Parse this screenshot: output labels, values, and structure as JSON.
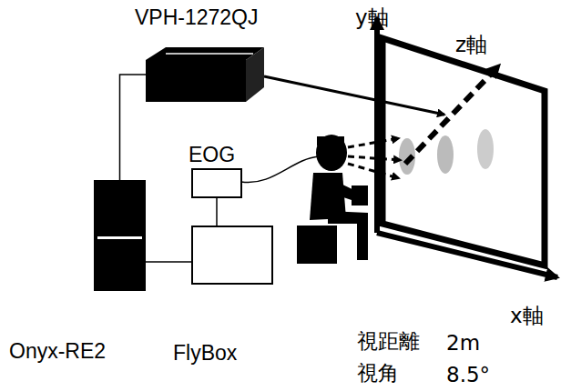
{
  "diagram": {
    "nodes": [
      {
        "text": [
          "VPH-1272QJ"
        ]
      },
      {
        "text": [
          "EOG"
        ]
      },
      {
        "text": [
          "Onyx-RE2"
        ]
      },
      {
        "text": [
          "FlyBox"
        ]
      }
    ],
    "edges": [
      {
        "from": 0,
        "to": 2,
        "arrow": "none"
      },
      {
        "from": 1,
        "to": 3,
        "arrow": "none"
      },
      {
        "from": 2,
        "to": 3,
        "arrow": "none"
      }
    ],
    "labels": [
      "y軸",
      "z軸",
      "x軸",
      "視距離",
      "2m",
      "視角",
      "8.5°"
    ]
  }
}
